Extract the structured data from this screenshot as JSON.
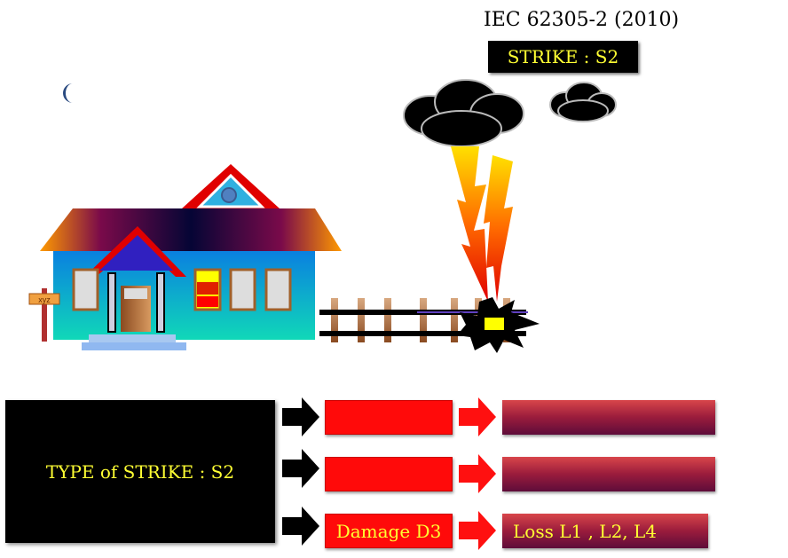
{
  "header": {
    "standard": "IEC 62305-2 (2010)",
    "strike_badge": "STRIKE : S2"
  },
  "scene": {
    "sign_text": "xyz"
  },
  "flow": {
    "type_label": "TYPE of STRIKE : S2",
    "rows": [
      {
        "damage": "",
        "loss": ""
      },
      {
        "damage": "",
        "loss": ""
      },
      {
        "damage": "Damage D3",
        "loss": "Loss L1 , L2, L4"
      }
    ]
  },
  "colors": {
    "yellow_text": "#ffff33",
    "damage_red": "#ff0a0a",
    "loss_maroon": "#9a1c3c"
  }
}
